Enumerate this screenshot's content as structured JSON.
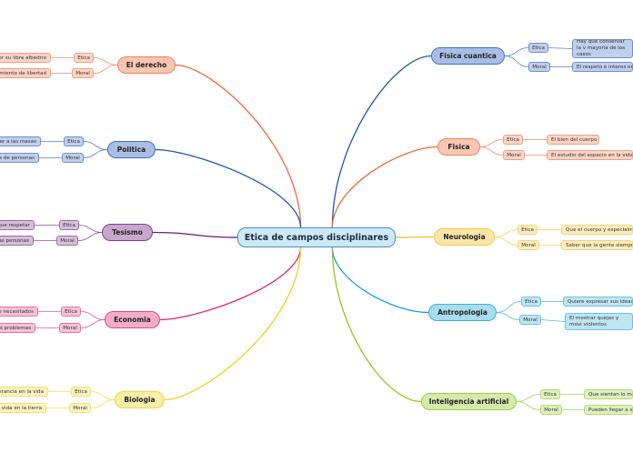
{
  "central": {
    "label": "Etica de campos disciplinares"
  },
  "colors": {
    "derecho": "#f06a3a",
    "politica": "#1f55b8",
    "tesismo": "#6b1a7a",
    "economia": "#e0266e",
    "biologia": "#f0d020",
    "fisica_cuantica": "#1f55b8",
    "fisica": "#f06a3a",
    "neurologia": "#f5be1e",
    "antropologia": "#1aa3d4",
    "inteligencia": "#8ec81e"
  },
  "branches": [
    {
      "id": "derecho",
      "side": "left",
      "label": "El derecho",
      "etica_tag": "Etica",
      "moral_tag": "Moral",
      "etica_text": "or su libre albedrio",
      "moral_text": "miento de libertad"
    },
    {
      "id": "politica",
      "side": "left",
      "label": "Politica",
      "etica_tag": "Etica",
      "moral_tag": "Moral",
      "etica_text": "ar a las masas",
      "moral_text": "a de personas"
    },
    {
      "id": "tesismo",
      "side": "left",
      "label": "Tesismo",
      "etica_tag": "Etica",
      "moral_tag": "Moral",
      "etica_text": "que respetar",
      "moral_text": "ras personas"
    },
    {
      "id": "economia",
      "side": "left",
      "label": "Economia",
      "etica_tag": "Etica",
      "moral_tag": "Moral",
      "etica_text": "e necesitados",
      "moral_text": "os problemas"
    },
    {
      "id": "biologia",
      "side": "left",
      "label": "Biologia",
      "etica_tag": "Etica",
      "moral_tag": "Moral",
      "etica_text": "erancia en la vida",
      "moral_text": "vida en la tierra"
    },
    {
      "id": "fisica_cuantica",
      "side": "right",
      "label": "Fisica cuantica",
      "etica_tag": "Etica",
      "moral_tag": "Moral",
      "etica_text": "Hay que conservar la v mayoria de los casos",
      "moral_text": "El respeto e interes en"
    },
    {
      "id": "fisica",
      "side": "right",
      "label": "Fisica",
      "etica_tag": "Etica",
      "moral_tag": "Moral",
      "etica_text": "El bien del cuerpo",
      "moral_text": "El estudio del espacio en la vida"
    },
    {
      "id": "neurologia",
      "side": "right",
      "label": "Neurologia",
      "etica_tag": "Etica",
      "moral_tag": "Moral",
      "etica_text": "Que el cuerpo y especialme",
      "moral_text": "Saber que la gente siempre"
    },
    {
      "id": "antropologia",
      "side": "right",
      "label": "Antropologia",
      "etica_tag": "Etica",
      "moral_tag": "Moral",
      "etica_text": "Quiere expresar sus ideas",
      "moral_text": "El mostrar quejas y movi violentos"
    },
    {
      "id": "inteligencia",
      "side": "right",
      "label": "Inteligencia artificial",
      "etica_tag": "Etica",
      "moral_tag": "Moral",
      "etica_text": "Que sientan lo mi",
      "moral_text": "Pueden llegar a s"
    }
  ]
}
